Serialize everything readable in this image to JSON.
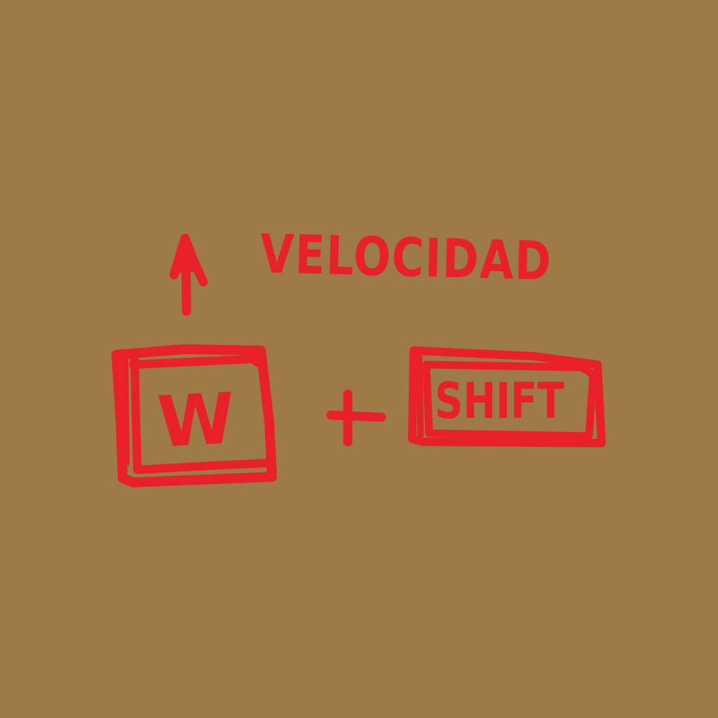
{
  "canvas": {
    "background": "#9e7a48",
    "ink": "#e8202a"
  },
  "annotation": {
    "title": "VELOCIDAD",
    "arrow_icon": "up-arrow-icon"
  },
  "shortcut": {
    "key_1": "W",
    "operator": "+",
    "key_2": "SHIFT"
  }
}
